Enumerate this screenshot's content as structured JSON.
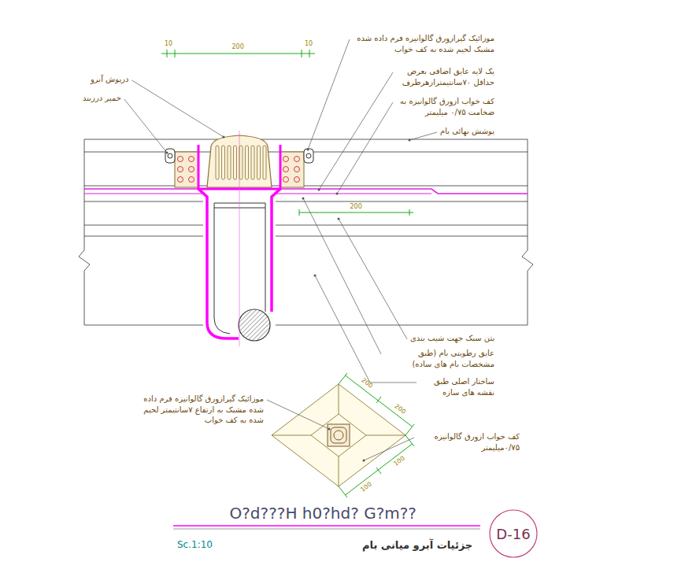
{
  "diagram": {
    "title": "جزئیات آبرو میانی بام",
    "nodes": [
      {
        "text": [
          "D-16"
        ]
      }
    ],
    "labels": [
      "10",
      "200",
      "10",
      "موزائیک گیرازورق گالوانیزه فرم داده شده مشبک لحیم شده به کف خواب",
      "یک لایه عایق اضافی بعرض حداقل ۷۰سانتیمترازهرطرف",
      "کف خواب ازورق گالوانیزه به ضخامت ۰/۷۵ میلیمتر",
      "پوشش نهائی بام",
      "درپوش آبرو",
      "خمیر درزبند",
      "200",
      "بتن سبک جهت شیب بندی",
      "عایق رطوبتی بام (طبق مشخصات بام های ساده)",
      "ساختار اصلی طبق نقشه های سازه",
      "موزائیک گیرازورق گالوانیزه فرم داده شده مشبک به ارتفاع ۷سانتیمتر لحیم شده به کف خواب",
      "کف خواب ازورق گالوانیزه ۰/۷۵میلیمتر",
      "200",
      "200",
      "100",
      "100",
      "O?d???H h0?hd? G?m??",
      "Sc.1:10"
    ]
  }
}
